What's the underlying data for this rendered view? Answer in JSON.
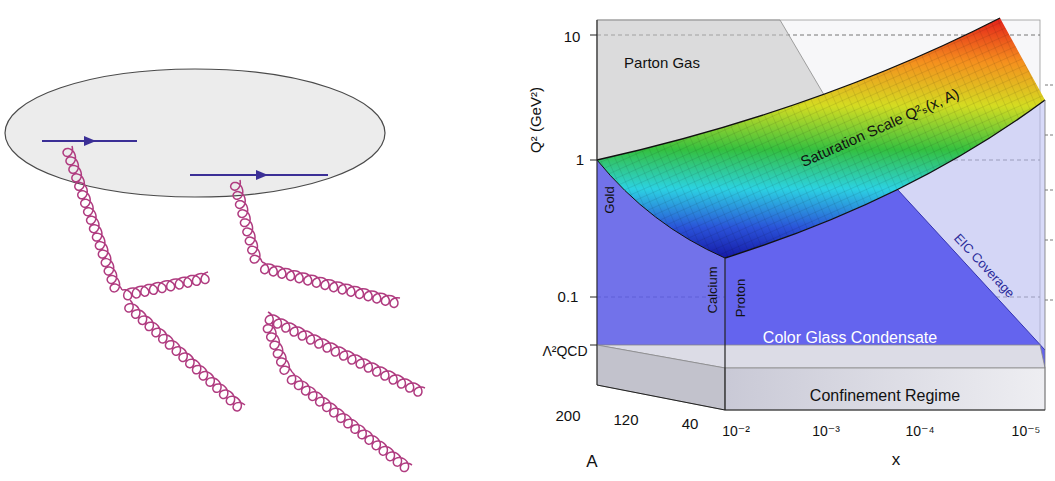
{
  "diagram": {
    "labels": [
      "10",
      "Q² (GeV²)",
      "1",
      "0.1",
      "Λ²QCD",
      "200",
      "120",
      "40",
      "A",
      "10⁻²",
      "10⁻³",
      "10⁻⁴",
      "10⁻⁵",
      "x",
      "Parton Gas",
      "Saturation Scale Q²ₛ(x, A)",
      "Gold",
      "Calcium",
      "Proton",
      "EIC Coverage",
      "Color Glass Condensate",
      "Confinement Regime"
    ]
  }
}
